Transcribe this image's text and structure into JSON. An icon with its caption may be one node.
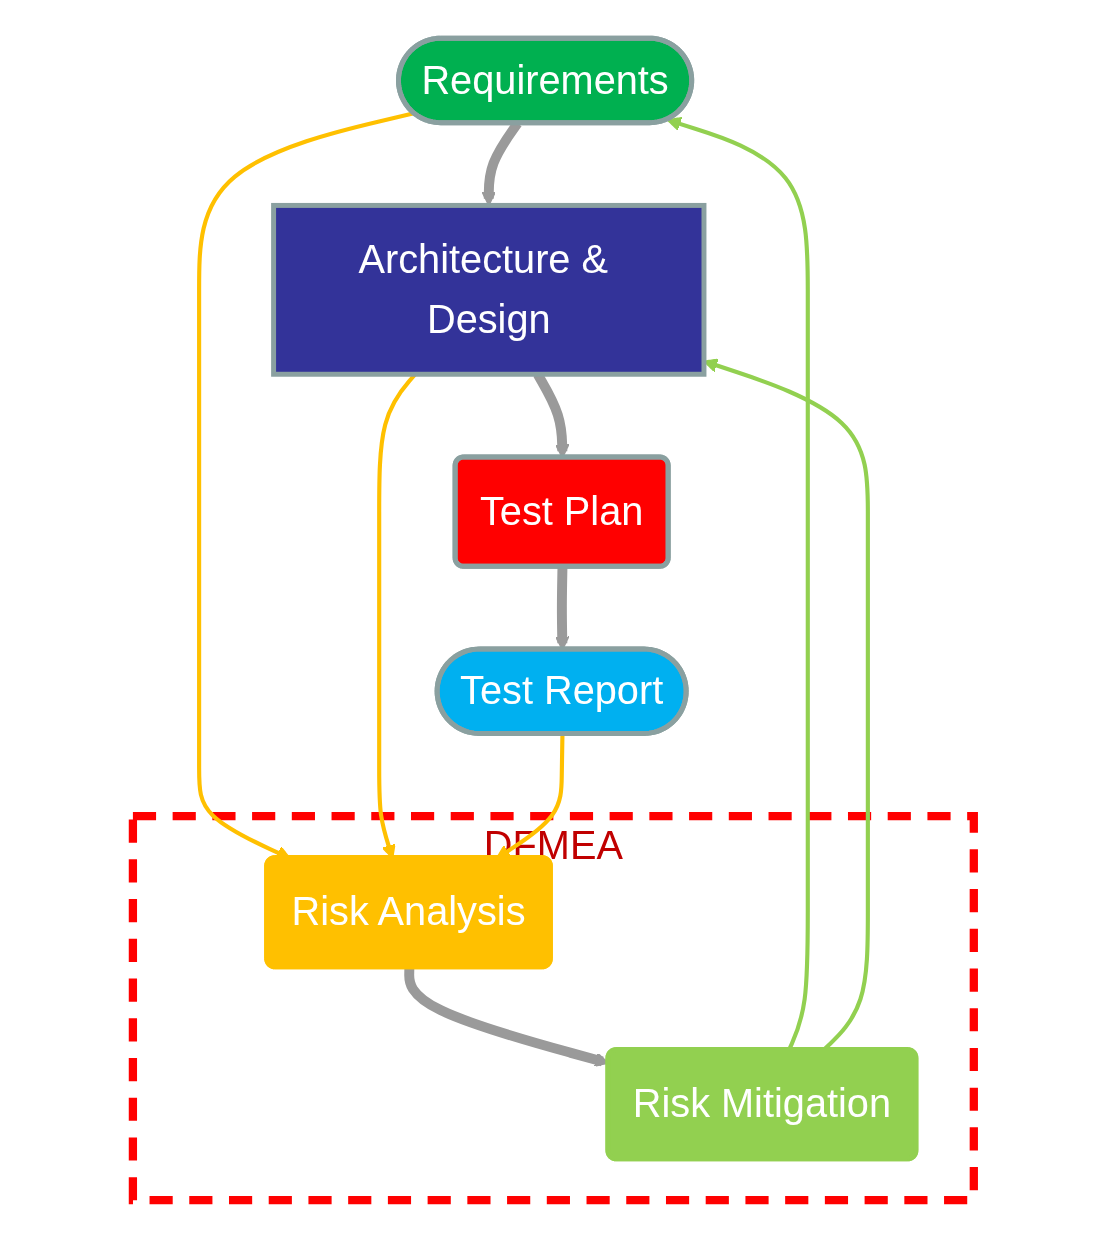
{
  "diagram": {
    "nodes": [
      {
        "text": [
          "Requirements"
        ]
      },
      {
        "text": [
          "DFMEA"
        ]
      },
      {
        "text": [
          "Risk Analysis"
        ],
        "in": 1
      },
      {
        "text": [
          "Architecture & Design"
        ]
      },
      {
        "text": [
          "Risk Mitigation"
        ],
        "in": 1
      },
      {
        "text": [
          "Test Plan"
        ]
      },
      {
        "text": [
          "Test Report"
        ]
      }
    ],
    "edges": [
      {
        "from": 0,
        "to": 3,
        "arrow": "to",
        "style": "thick"
      },
      {
        "from": 3,
        "to": 5,
        "arrow": "to",
        "style": "thick"
      },
      {
        "from": 5,
        "to": 6,
        "arrow": "to",
        "style": "thick"
      },
      {
        "from": 2,
        "to": 4,
        "arrow": "to",
        "style": "thick"
      },
      {
        "from": 4,
        "to": 0,
        "arrow": "to",
        "color": "#92d050"
      },
      {
        "from": 4,
        "to": 3,
        "arrow": "to",
        "color": "#92d050"
      },
      {
        "from": 0,
        "to": 2,
        "arrow": "to",
        "color": "#ffc000"
      },
      {
        "from": 3,
        "to": 2,
        "arrow": "to",
        "color": "#ffc000"
      },
      {
        "from": 6,
        "to": 2,
        "arrow": "to",
        "color": "#ffc000"
      }
    ]
  }
}
